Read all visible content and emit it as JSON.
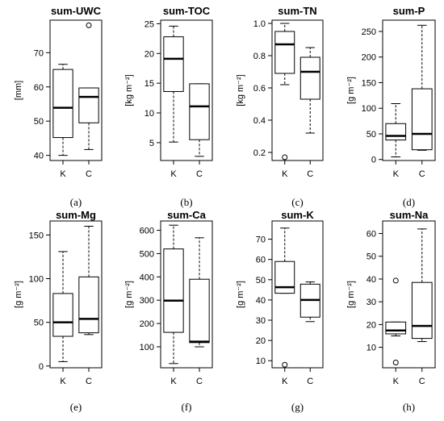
{
  "chart_data": [
    {
      "type": "boxplot",
      "title": "sum-UWC",
      "ylabel": "[mm]",
      "caption": "(a)",
      "categories": [
        "K",
        "C"
      ],
      "ylim": [
        38.5,
        79.5
      ],
      "yticks": [
        40,
        50,
        60,
        70
      ],
      "boxes": [
        {
          "min": 40,
          "q1": 45.2,
          "median": 53.9,
          "q3": 65.1,
          "max": 66.6,
          "outliers": []
        },
        {
          "min": 41.7,
          "q1": 49.5,
          "median": 57.1,
          "q3": 59.7,
          "max": 59.7,
          "outliers": [
            78
          ]
        }
      ]
    },
    {
      "type": "boxplot",
      "title": "sum-TOC",
      "ylabel": "[kg m⁻²]",
      "caption": "(b)",
      "categories": [
        "K",
        "C"
      ],
      "ylim": [
        2,
        25.6
      ],
      "yticks": [
        5,
        10,
        15,
        20,
        25
      ],
      "boxes": [
        {
          "min": 5.1,
          "q1": 13.6,
          "median": 19.1,
          "q3": 22.8,
          "max": 24.6,
          "outliers": []
        },
        {
          "min": 2.7,
          "q1": 5.5,
          "median": 11.1,
          "q3": 14.9,
          "max": 14.9,
          "outliers": []
        }
      ]
    },
    {
      "type": "boxplot",
      "title": "sum-TN",
      "ylabel": "[kg m⁻²]",
      "caption": "(c)",
      "categories": [
        "K",
        "C"
      ],
      "ylim": [
        0.15,
        1.02
      ],
      "yticks": [
        0.2,
        0.4,
        0.6,
        0.8,
        1.0
      ],
      "ytick_labels": [
        "0.2",
        "0.4",
        "0.6",
        "0.8",
        "1.0"
      ],
      "boxes": [
        {
          "min": 0.62,
          "q1": 0.69,
          "median": 0.87,
          "q3": 0.95,
          "max": 1.0,
          "outliers": [
            0.17
          ]
        },
        {
          "min": 0.32,
          "q1": 0.53,
          "median": 0.7,
          "q3": 0.79,
          "max": 0.85,
          "outliers": []
        }
      ]
    },
    {
      "type": "boxplot",
      "title": "sum-P",
      "ylabel": "[g m⁻²]",
      "caption": "(d)",
      "categories": [
        "K",
        "C"
      ],
      "ylim": [
        -2,
        272
      ],
      "yticks": [
        0,
        50,
        100,
        150,
        200,
        250
      ],
      "boxes": [
        {
          "min": 5,
          "q1": 38,
          "median": 46,
          "q3": 70,
          "max": 109,
          "outliers": []
        },
        {
          "min": 18,
          "q1": 19,
          "median": 50,
          "q3": 138,
          "max": 262,
          "outliers": []
        }
      ]
    },
    {
      "type": "boxplot",
      "title": "sum-Mg",
      "ylabel": "[g m⁻²]",
      "caption": "(e)",
      "categories": [
        "K",
        "C"
      ],
      "ylim": [
        -2,
        166
      ],
      "yticks": [
        0,
        50,
        100,
        150
      ],
      "boxes": [
        {
          "min": 5,
          "q1": 34,
          "median": 50,
          "q3": 83,
          "max": 131,
          "outliers": []
        },
        {
          "min": 36,
          "q1": 38,
          "median": 54,
          "q3": 102,
          "max": 160,
          "outliers": []
        }
      ]
    },
    {
      "type": "boxplot",
      "title": "sum-Ca",
      "ylabel": "[g m⁻²]",
      "caption": "(f)",
      "categories": [
        "K",
        "C"
      ],
      "ylim": [
        10,
        640
      ],
      "yticks": [
        100,
        200,
        300,
        400,
        500,
        600
      ],
      "boxes": [
        {
          "min": 28,
          "q1": 162,
          "median": 298,
          "q3": 520,
          "max": 622,
          "outliers": []
        },
        {
          "min": 100,
          "q1": 118,
          "median": 122,
          "q3": 390,
          "max": 568,
          "outliers": []
        }
      ]
    },
    {
      "type": "boxplot",
      "title": "sum-K",
      "ylabel": "[g m⁻²]",
      "caption": "(g)",
      "categories": [
        "K",
        "C"
      ],
      "ylim": [
        6.5,
        79
      ],
      "yticks": [
        10,
        20,
        30,
        40,
        50,
        60,
        70
      ],
      "boxes": [
        {
          "min": 43.3,
          "q1": 43.3,
          "median": 46.3,
          "q3": 59,
          "max": 75.5,
          "outliers": [
            8
          ]
        },
        {
          "min": 29.3,
          "q1": 31.5,
          "median": 40,
          "q3": 47.8,
          "max": 48.9,
          "outliers": []
        }
      ]
    },
    {
      "type": "boxplot",
      "title": "sum-Na",
      "ylabel": "[g m⁻²]",
      "caption": "(h)",
      "categories": [
        "K",
        "C"
      ],
      "ylim": [
        1,
        65.5
      ],
      "yticks": [
        10,
        20,
        30,
        40,
        50,
        60
      ],
      "boxes": [
        {
          "min": 15,
          "q1": 15.9,
          "median": 17.4,
          "q3": 21.1,
          "max": 21.1,
          "outliers": [
            3.3,
            39.3
          ]
        },
        {
          "min": 12.5,
          "q1": 13.9,
          "median": 19.4,
          "q3": 38.5,
          "max": 62
        }
      ]
    }
  ]
}
